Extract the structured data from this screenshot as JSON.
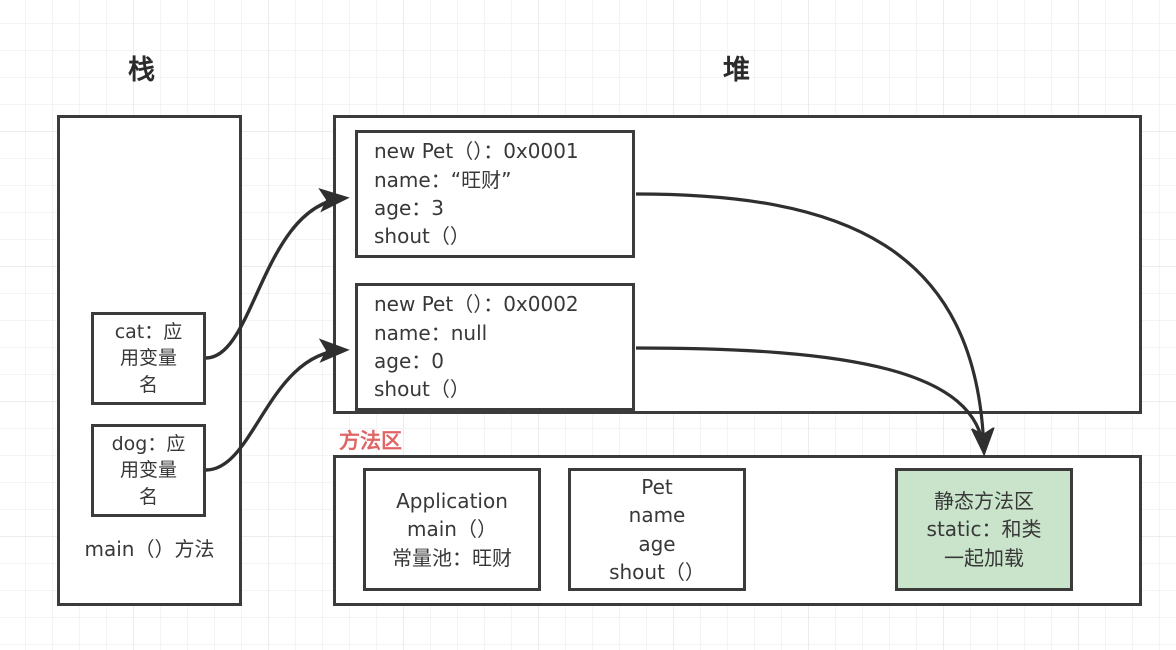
{
  "titles": {
    "stack": "栈",
    "heap": "堆",
    "method_area": "方法区"
  },
  "stack": {
    "frame_label": "main（）方法",
    "variables": [
      {
        "name": "cat-variable",
        "lines": [
          "cat：应",
          "用变量",
          "名"
        ]
      },
      {
        "name": "dog-variable",
        "lines": [
          "dog：应",
          "用变量",
          "名"
        ]
      }
    ]
  },
  "heap": {
    "objects": [
      {
        "name": "pet-object-1",
        "lines": [
          "new Pet（）：0x0001",
          "name：“旺财”",
          "age：3",
          "shout（）"
        ]
      },
      {
        "name": "pet-object-2",
        "lines": [
          "new Pet（）：0x0002",
          "name：null",
          "age：0",
          "shout（）"
        ]
      }
    ]
  },
  "method_area": {
    "blocks": [
      {
        "name": "application-class-block",
        "lines": [
          "Application",
          "main（）",
          "常量池：旺财"
        ],
        "color": "#ffffff"
      },
      {
        "name": "pet-class-block",
        "lines": [
          "Pet",
          "name",
          "age",
          "shout（）"
        ],
        "color": "#ffffff"
      },
      {
        "name": "static-area-block",
        "lines": [
          "静态方法区",
          "static：和类",
          "一起加载"
        ],
        "color": "#c9e4ca"
      }
    ]
  },
  "colors": {
    "stroke": "#3b3b3b",
    "text": "#383838",
    "red_label": "#e06666",
    "green_fill": "#c9e4ca",
    "grid_minor": "#f4f4f4",
    "grid_major": "#ececec"
  }
}
